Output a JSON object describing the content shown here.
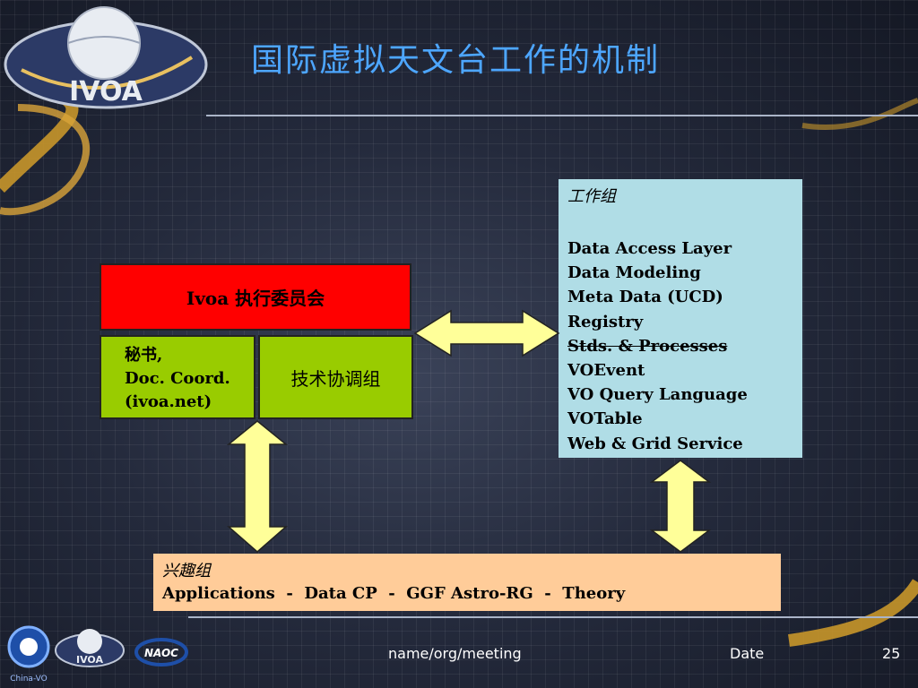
{
  "slide": {
    "title": "国际虚拟天文台工作的机制"
  },
  "logo": {
    "text": "IVOA"
  },
  "diagram": {
    "exec_committee": "Ivoa 执行委员会",
    "secretariat": {
      "line1": "秘书,",
      "line2": "Doc. Coord.",
      "line3": "(ivoa.net)"
    },
    "tech_coord": "技术协调组",
    "working_groups": {
      "title": "工作组",
      "items": [
        "Data Access Layer",
        "Data Modeling",
        "Meta Data (UCD)",
        "Registry",
        "Stds. & Processes",
        "VOEvent",
        "VO Query Language",
        "VOTable",
        "Web & Grid Service"
      ]
    },
    "interest_groups": {
      "title": "兴趣组",
      "items": "Applications  -  Data CP  -  GGF Astro-RG  -  Theory"
    }
  },
  "footer": {
    "meeting": "name/org/meeting",
    "date": "Date",
    "page": "25",
    "logos": [
      "China-VO",
      "IVOA",
      "NAOC"
    ]
  },
  "colors": {
    "title": "#4da6ff",
    "exec": "#ff0000",
    "green": "#99cc00",
    "wg": "#b0dde6",
    "ig": "#ffcc99",
    "arrow": "#ffff99"
  }
}
